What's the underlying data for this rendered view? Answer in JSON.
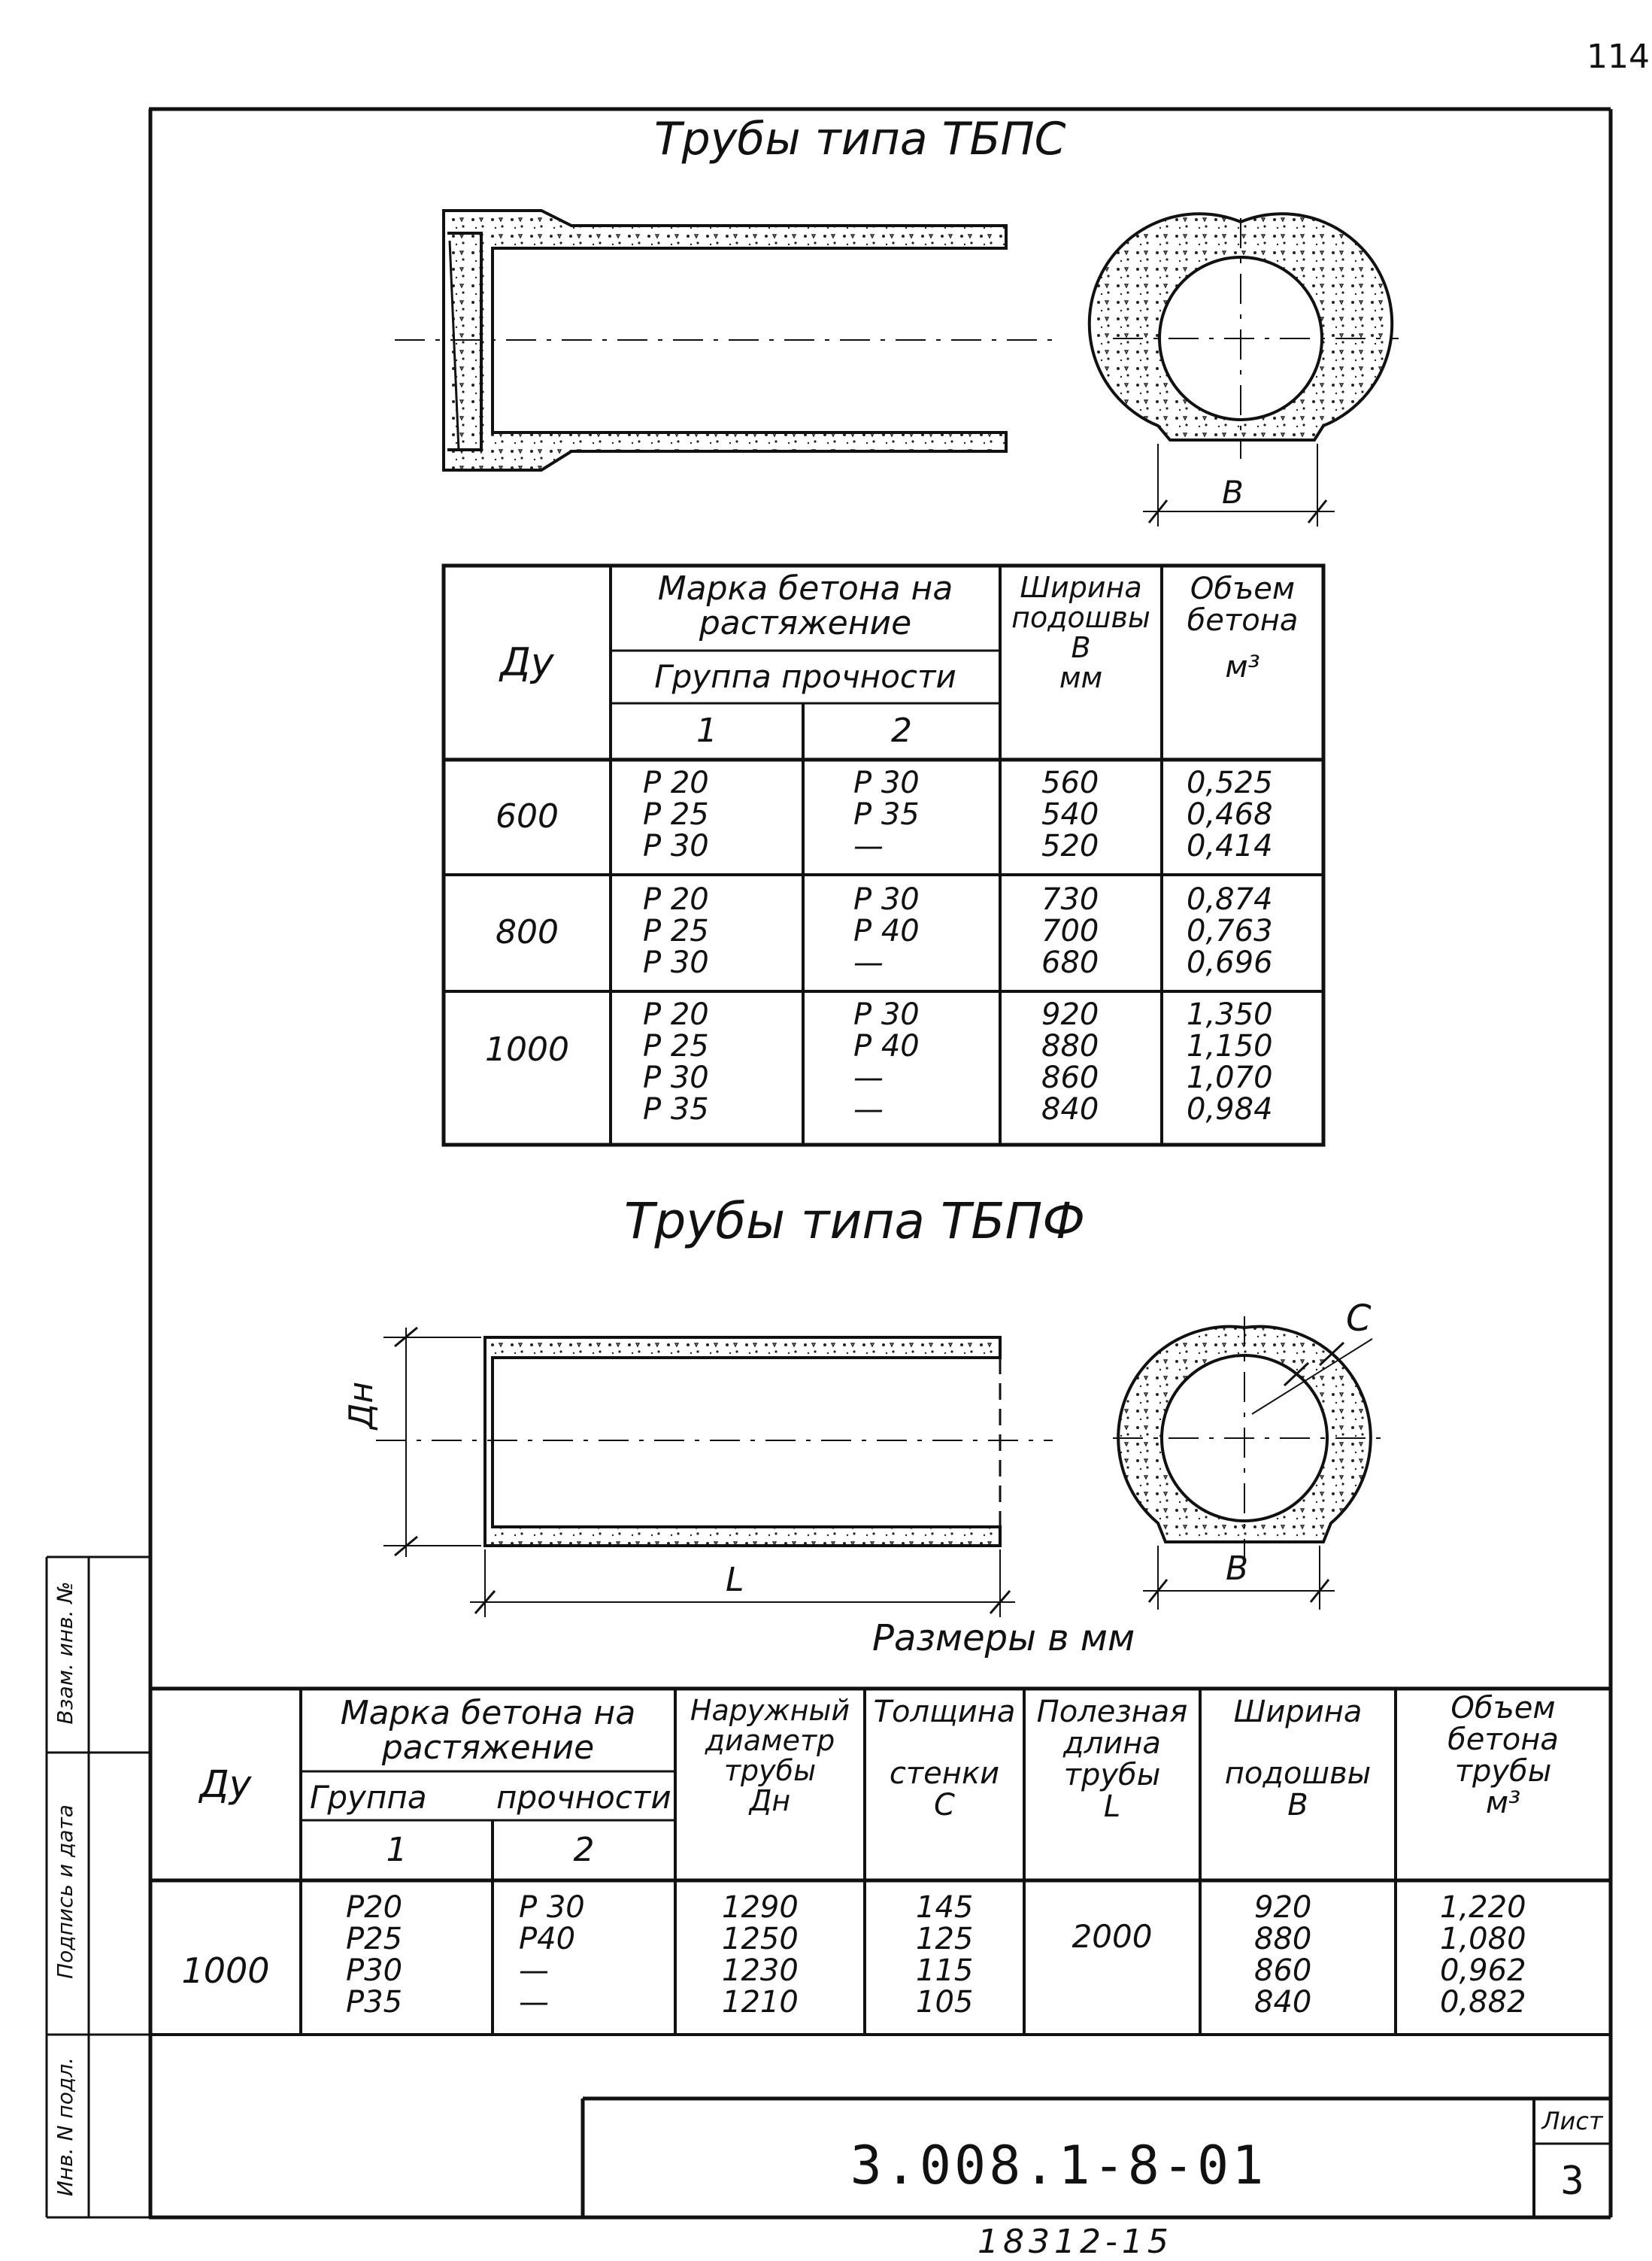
{
  "page_number": "114",
  "section1": {
    "title": "Трубы типа ТБПС",
    "dim_label_B": "В",
    "table": {
      "header_dy": "Ду",
      "header_concrete_line1": "Марка бетона на",
      "header_concrete_line2": "растяжение",
      "header_group": "Группа прочности",
      "header_group_1": "1",
      "header_group_2": "2",
      "header_width_line1": "Ширина",
      "header_width_line2": "подошвы",
      "header_width_line3": "В",
      "header_width_unit": "мм",
      "header_volume_line1": "Объем",
      "header_volume_line2": "бетона",
      "header_volume_unit": "м³",
      "rows": [
        {
          "dy": "600",
          "g1": [
            "Р 20",
            "Р 25",
            "Р 30"
          ],
          "g2": [
            "Р 30",
            "Р 35",
            "—"
          ],
          "width": [
            "560",
            "540",
            "520"
          ],
          "volume": [
            "0,525",
            "0,468",
            "0,414"
          ]
        },
        {
          "dy": "800",
          "g1": [
            "Р 20",
            "Р 25",
            "Р 30"
          ],
          "g2": [
            "Р 30",
            "Р 40",
            "—"
          ],
          "width": [
            "730",
            "700",
            "680"
          ],
          "volume": [
            "0,874",
            "0,763",
            "0,696"
          ]
        },
        {
          "dy": "1000",
          "g1": [
            "Р 20",
            "Р 25",
            "Р 30",
            "Р 35"
          ],
          "g2": [
            "Р 30",
            "Р 40",
            "—",
            "—"
          ],
          "width": [
            "920",
            "880",
            "860",
            "840"
          ],
          "volume": [
            "1,350",
            "1,150",
            "1,070",
            "0,984"
          ]
        }
      ]
    }
  },
  "section2": {
    "title": "Трубы типа ТБПФ",
    "dim_label_Dn": "Дн",
    "dim_label_L": "L",
    "dim_label_B": "В",
    "dim_label_C": "С",
    "units_note": "Размеры в мм",
    "table": {
      "header_dy": "Ду",
      "header_concrete_line1": "Марка бетона на",
      "header_concrete_line2": "растяжение",
      "header_group_a": "Группа",
      "header_group_b": "прочности",
      "header_group_1": "1",
      "header_group_2": "2",
      "header_outer_line1": "Наружный",
      "header_outer_line2": "диаметр",
      "header_outer_line3": "трубы",
      "header_outer_line4": "Дн",
      "header_wall_line1": "Толщина",
      "header_wall_line2": "стенки",
      "header_wall_line3": "С",
      "header_length_line1": "Полезная",
      "header_length_line2": "длина",
      "header_length_line3": "трубы",
      "header_length_line4": "L",
      "header_width_line1": "Ширина",
      "header_width_line2": "подошвы",
      "header_width_line3": "В",
      "header_volume_line1": "Объем",
      "header_volume_line2": "бетона",
      "header_volume_line3": "трубы",
      "header_volume_line4": "м³",
      "row": {
        "dy": "1000",
        "g1": [
          "Р20",
          "Р25",
          "Р30",
          "Р35"
        ],
        "g2": [
          "Р 30",
          "Р40",
          "—",
          "—"
        ],
        "outer": [
          "1290",
          "1250",
          "1230",
          "1210"
        ],
        "wall": [
          "145",
          "125",
          "115",
          "105"
        ],
        "length": "2000",
        "width": [
          "920",
          "880",
          "860",
          "840"
        ],
        "volume": [
          "1,220",
          "1,080",
          "0,962",
          "0,882"
        ]
      }
    }
  },
  "side_stamp": {
    "inv_podl": "Инв. N подл.",
    "podpis": "Подпись и дата",
    "vzam": "Взам. инв. №"
  },
  "title_block": {
    "doc_code": "3.008.1-8-01",
    "sheet_label": "Лист",
    "sheet_number": "3",
    "bottom_note": "18312-15"
  }
}
